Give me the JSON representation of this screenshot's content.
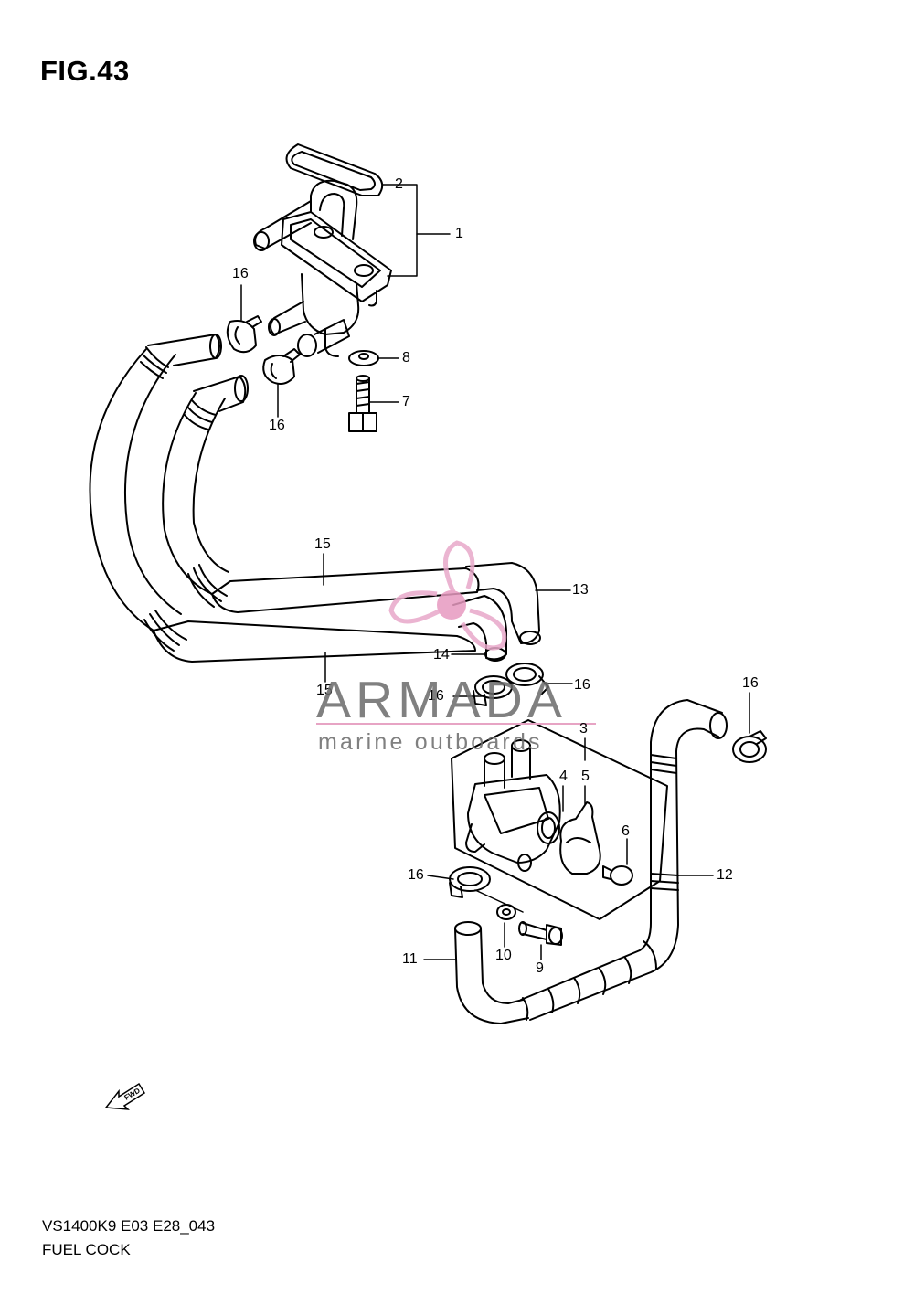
{
  "figure": {
    "title": "FIG.43"
  },
  "footer": {
    "model_code": "VS1400K9 E03 E28_043",
    "section_name": "FUEL COCK"
  },
  "watermark": {
    "brand": "ARMADA",
    "tagline": "marine outboards",
    "colors": {
      "propeller": "#e8a8c9",
      "hub": "#e79ac0",
      "text": "#6b6b6b",
      "rule": "#e7a4c4"
    }
  },
  "callouts": {
    "c1": "1",
    "c2": "2",
    "c3": "3",
    "c4": "4",
    "c5": "5",
    "c6": "6",
    "c7": "7",
    "c8": "8",
    "c9": "9",
    "c10": "10",
    "c11": "11",
    "c12": "12",
    "c13": "13",
    "c14": "14",
    "c15a": "15",
    "c15b": "15",
    "c16a": "16",
    "c16b": "16",
    "c16c": "16",
    "c16d": "16",
    "c16e": "16",
    "c16f": "16"
  },
  "icons": {
    "forward_arrow": "fwd-arrow-icon"
  }
}
